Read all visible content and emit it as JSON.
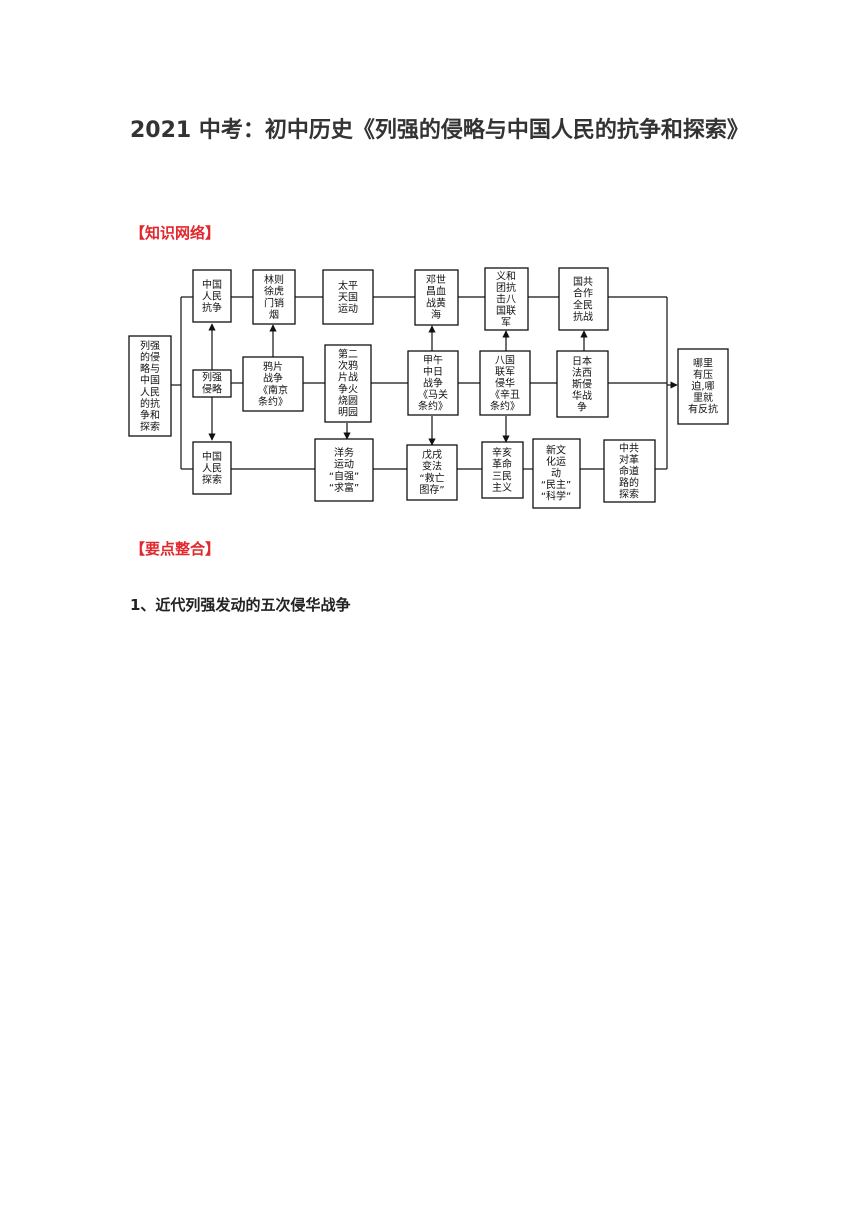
{
  "title": "2021 中考：初中历史《列强的侵略与中国人民的抗争和探索》",
  "sections": {
    "knowledge_network": "【知识网络】",
    "key_points": "【要点整合】"
  },
  "subheading": "1、近代列强发动的五次侵华战争",
  "diagram": {
    "left": [
      "列强",
      "的侵",
      "略与",
      "中国",
      "人民",
      "的抗",
      "争和",
      "探索"
    ],
    "right": [
      "哪里",
      "有压",
      "迫,哪",
      "里就",
      "有反抗"
    ],
    "resistance": [
      "中国",
      "人民",
      "抗争"
    ],
    "aggression": [
      "列强",
      "侵略"
    ],
    "exploration": [
      "中国",
      "人民",
      "探索"
    ],
    "lin_zexu": [
      "林则",
      "徐虎",
      "门销",
      "烟"
    ],
    "taiping": [
      "太平",
      "天国",
      "运动"
    ],
    "deng_shichang": [
      "邓世",
      "昌血",
      "战黄",
      "海"
    ],
    "boxer": [
      "义和",
      "团抗",
      "击八",
      "国联",
      "军"
    ],
    "united_front": [
      "国共",
      "合作",
      "全民",
      "抗战"
    ],
    "opium_war": [
      "鸦片",
      "战争",
      "《南京",
      "条约》"
    ],
    "second_opium_war": [
      "第二",
      "次鸦",
      "片战",
      "争火",
      "烧圆",
      "明园"
    ],
    "sino_japanese_war": [
      "甲午",
      "中日",
      "战争",
      "《马关",
      "条约》"
    ],
    "eight_nation": [
      "八国",
      "联军",
      "侵华",
      "《辛丑",
      "条约》"
    ],
    "japan_fascist": [
      "日本",
      "法西",
      "斯侵",
      "华战",
      "争"
    ],
    "westernization": [
      "洋务",
      "运动",
      "“自强”",
      "“求富”"
    ],
    "reform_1898": [
      "戊戌",
      "变法",
      "“救亡",
      "图存”"
    ],
    "xinhai": [
      "辛亥",
      "革命",
      "三民",
      "主义"
    ],
    "new_culture": [
      "新文",
      "化运",
      "动",
      "“民主”",
      "“科学”"
    ],
    "ccp_exploration": [
      "中共",
      "对革",
      "命道",
      "路的",
      "探索"
    ]
  }
}
